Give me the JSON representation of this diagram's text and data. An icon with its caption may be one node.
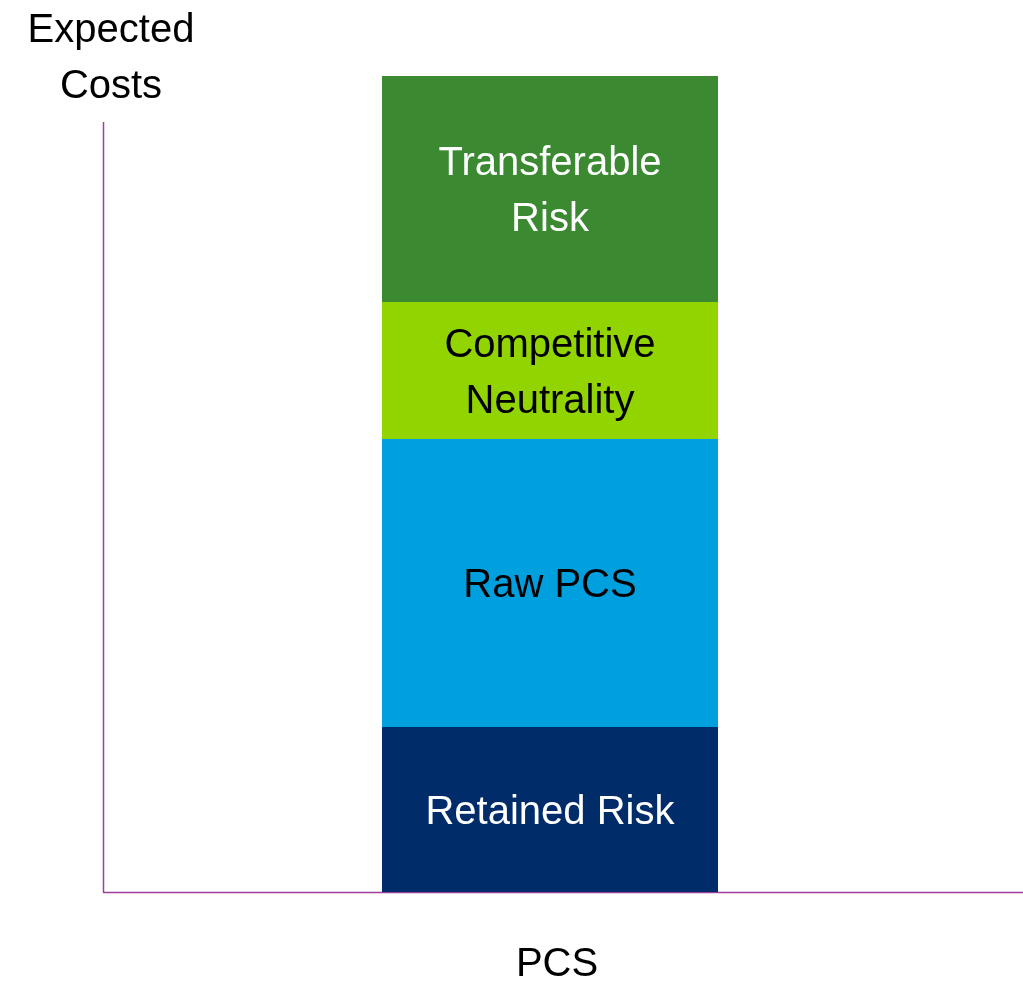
{
  "diagram": {
    "nodes": [
      {
        "text": [
          "Transferable Risk"
        ]
      },
      {
        "text": [
          "Competitive Neutrality"
        ]
      },
      {
        "text": [
          "Raw PCS"
        ]
      },
      {
        "text": [
          "Retained Risk"
        ]
      }
    ],
    "labels": [
      "Expected Costs",
      "PCS"
    ]
  }
}
